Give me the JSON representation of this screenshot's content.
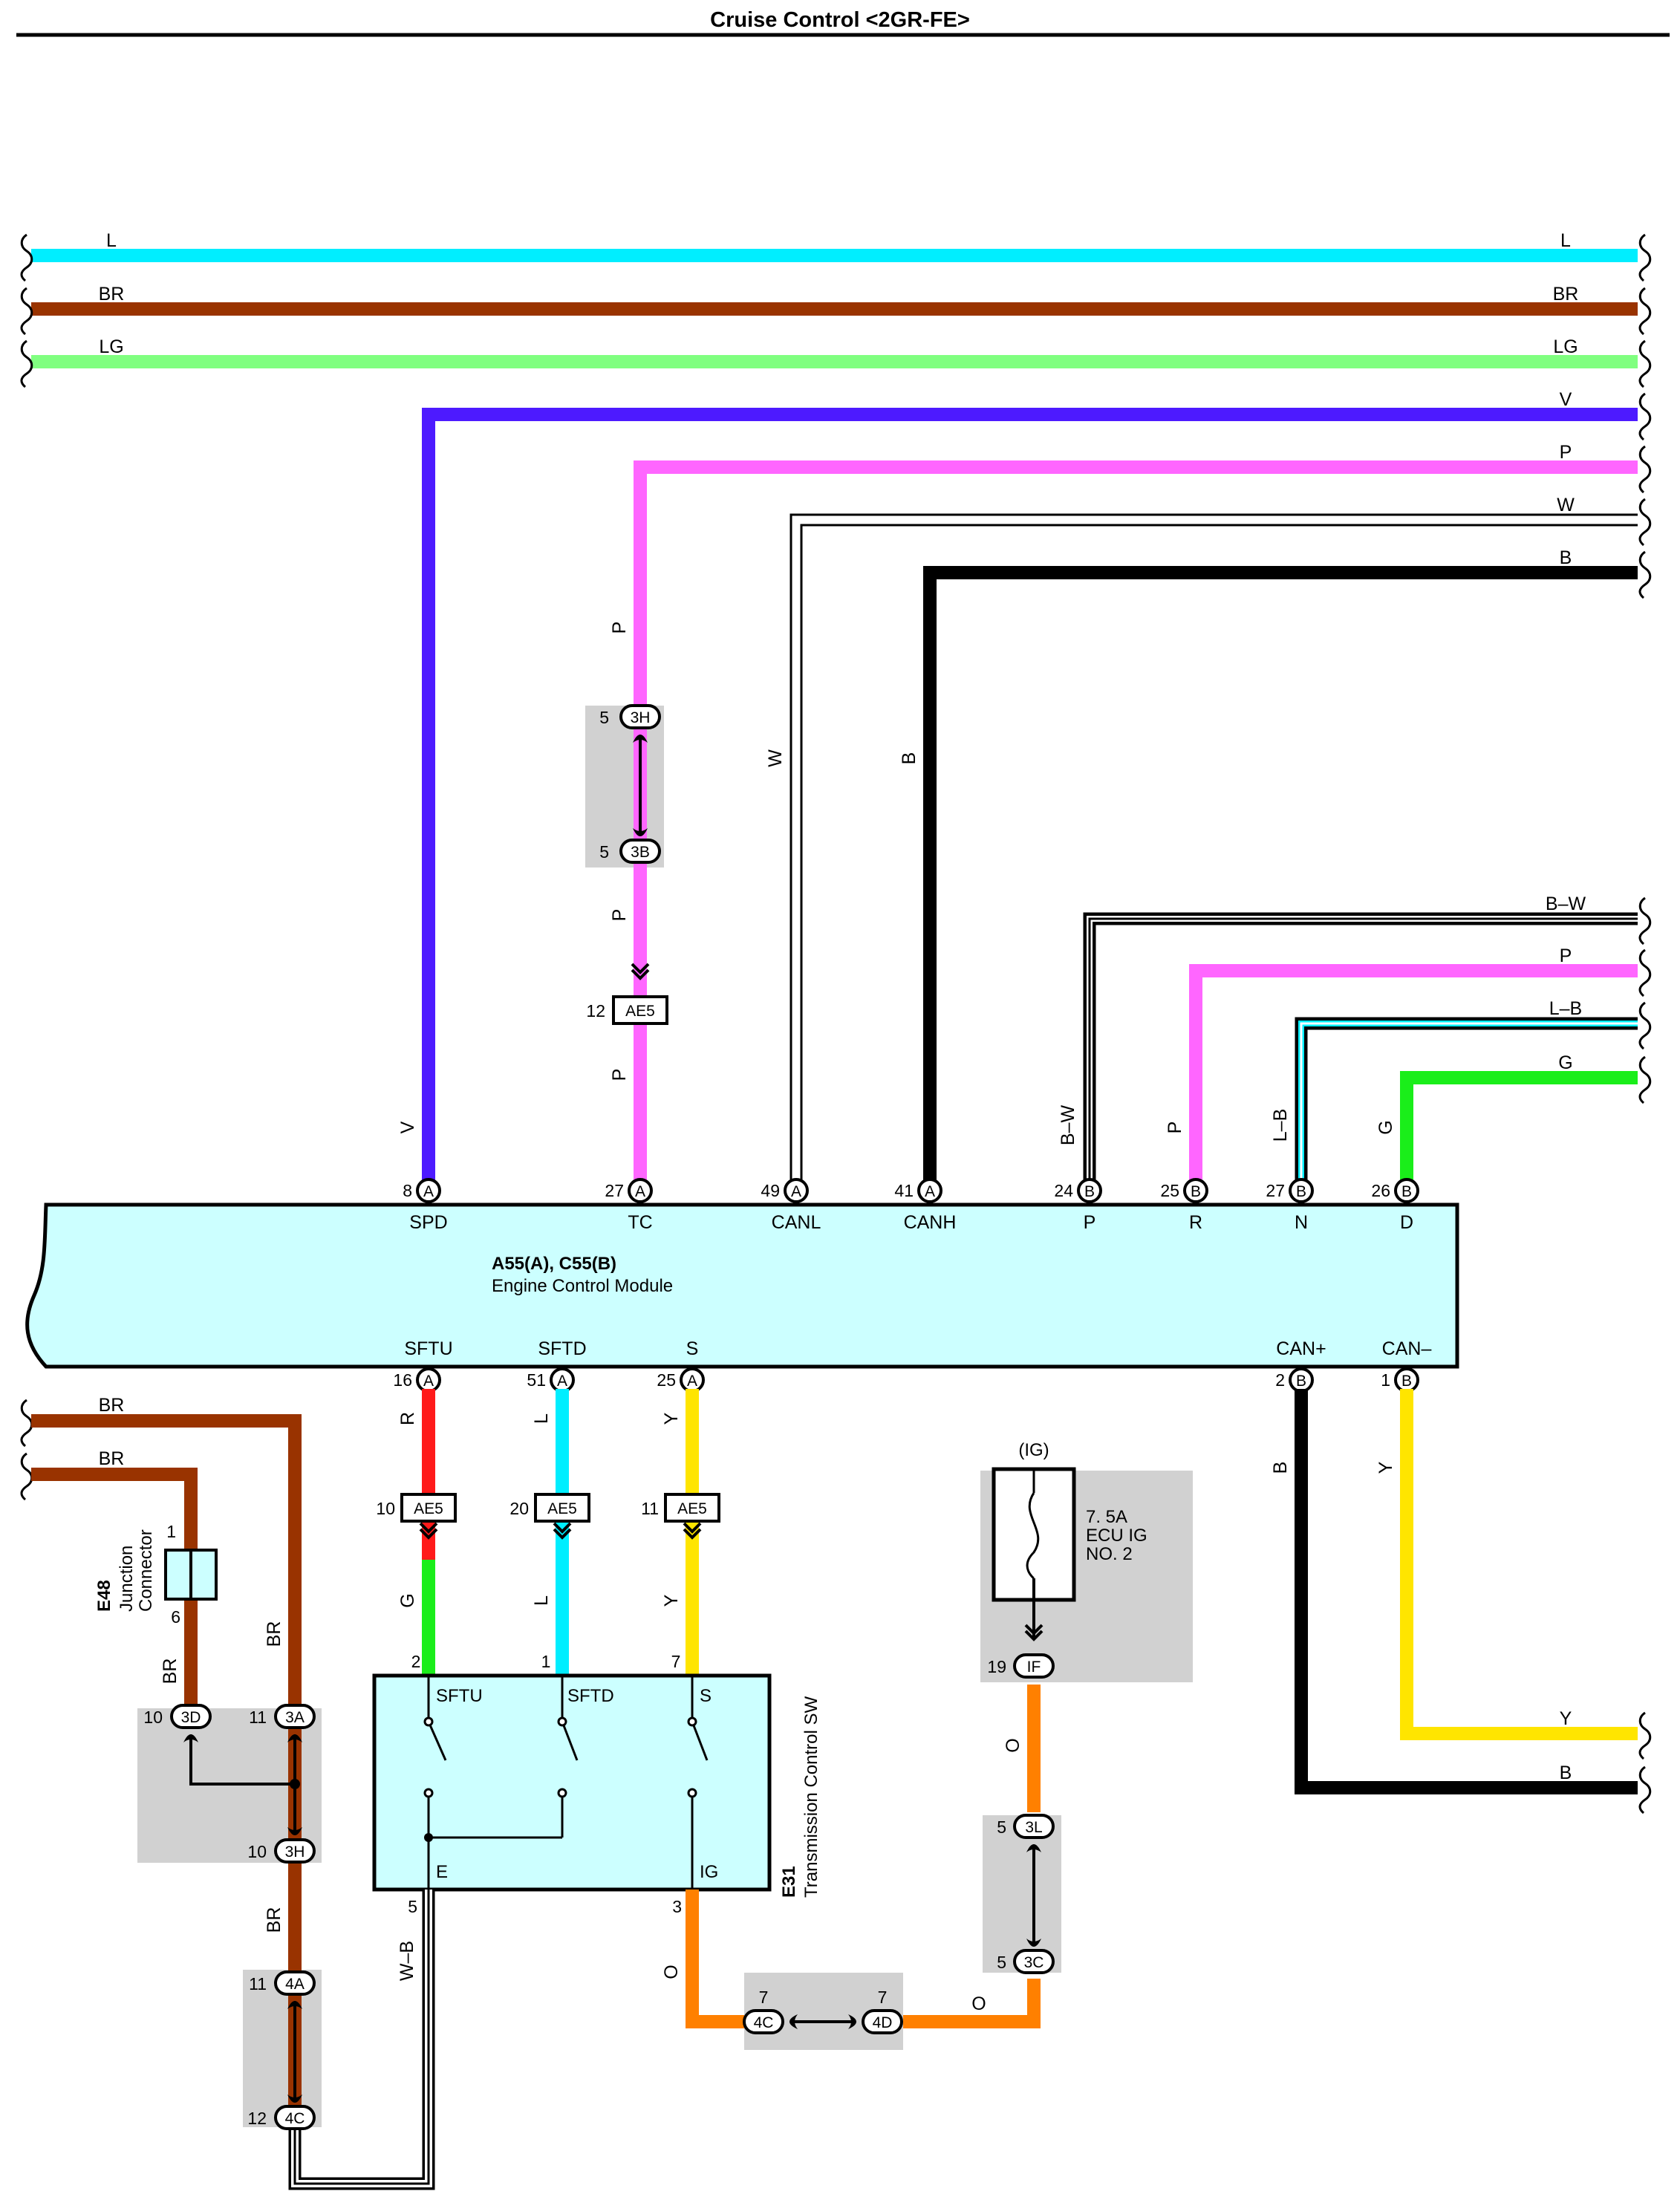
{
  "title": "Cruise Control <2GR-FE>",
  "wire_colors": {
    "L": "#00eeff",
    "BR": "#993300",
    "LG": "#80ff80",
    "V": "#4d1aff",
    "P": "#ff66ff",
    "W": "#ffffff",
    "B": "#000000",
    "R": "#ff1a1a",
    "Y": "#ffe500",
    "G": "#1aee1a",
    "O": "#ff8000",
    "L-B": "#00eeff",
    "B-W": "#000000",
    "W-B": "#ffffff"
  },
  "fills": {
    "module": "#ccffff",
    "connector_zone": "#d1d1d1"
  },
  "top_wires": {
    "L": "L",
    "BR": "BR",
    "LG": "LG",
    "V": "V",
    "P": "P",
    "W": "W",
    "B": "B",
    "BW": "B–W",
    "P2": "P",
    "LB": "L–B",
    "G": "G",
    "Y": "Y",
    "B2": "B"
  },
  "left_wires": {
    "br1": "BR",
    "br2": "BR"
  },
  "ecm": {
    "id": "A55(A), C55(B)",
    "name": "Engine Control Module",
    "top_pins": [
      {
        "no": "8",
        "conn": "A",
        "sig": "SPD",
        "wire": "V"
      },
      {
        "no": "27",
        "conn": "A",
        "sig": "TC",
        "wire": "P"
      },
      {
        "no": "49",
        "conn": "A",
        "sig": "CANL",
        "wire": "W"
      },
      {
        "no": "41",
        "conn": "A",
        "sig": "CANH",
        "wire": "B"
      },
      {
        "no": "24",
        "conn": "B",
        "sig": "P",
        "wire": "B–W"
      },
      {
        "no": "25",
        "conn": "B",
        "sig": "R",
        "wire": "P"
      },
      {
        "no": "27",
        "conn": "B",
        "sig": "N",
        "wire": "L–B"
      },
      {
        "no": "26",
        "conn": "B",
        "sig": "D",
        "wire": "G"
      }
    ],
    "bottom_pins": [
      {
        "no": "16",
        "conn": "A",
        "sig": "SFTU",
        "wire": "R"
      },
      {
        "no": "51",
        "conn": "A",
        "sig": "SFTD",
        "wire": "L"
      },
      {
        "no": "25",
        "conn": "A",
        "sig": "S",
        "wire": "Y"
      },
      {
        "no": "2",
        "conn": "B",
        "sig": "CAN+",
        "wire": "B"
      },
      {
        "no": "1",
        "conn": "B",
        "sig": "CAN–",
        "wire": "Y"
      }
    ]
  },
  "tc_path": {
    "wire_top": "P",
    "wire_mid": "P",
    "wire_low": "P",
    "c1": {
      "no": "5",
      "id": "3H"
    },
    "c2": {
      "no": "5",
      "id": "3B"
    },
    "ae5": {
      "no": "12",
      "id": "AE5"
    }
  },
  "ae5_row": [
    {
      "no": "10",
      "id": "AE5",
      "up": "R",
      "down": "G"
    },
    {
      "no": "20",
      "id": "AE5",
      "up": "L",
      "down": "L"
    },
    {
      "no": "11",
      "id": "AE5",
      "up": "Y",
      "down": "Y"
    }
  ],
  "junction": {
    "code": "E48",
    "name1": "Junction",
    "name2": "Connector",
    "pin_top": "1",
    "pin_bot": "6"
  },
  "left_conns": {
    "c3d": {
      "no": "10",
      "id": "3D"
    },
    "c3a": {
      "no": "11",
      "id": "3A"
    },
    "c3h": {
      "no": "10",
      "id": "3H"
    },
    "c4a": {
      "no": "11",
      "id": "4A"
    },
    "c4c": {
      "no": "12",
      "id": "4C"
    },
    "w_br_a": "BR",
    "w_br_b": "BR",
    "w_br_c": "BR",
    "w_wb": "W–B"
  },
  "tcsw": {
    "code": "E31",
    "name": "Transmission Control SW",
    "pins_top": [
      {
        "no": "2",
        "sig": "SFTU"
      },
      {
        "no": "1",
        "sig": "SFTD"
      },
      {
        "no": "7",
        "sig": "S"
      }
    ],
    "e": "E",
    "e_no": "5",
    "ig": "IG",
    "ig_no": "3"
  },
  "fuse": {
    "group": "(IG)",
    "rating": "7. 5A",
    "name1": "ECU IG",
    "name2": "NO. 2",
    "conn": {
      "no": "19",
      "id": "IF"
    }
  },
  "o_path": {
    "wire1": "O",
    "wire2": "O",
    "wire3": "O",
    "c3l": {
      "no": "5",
      "id": "3L"
    },
    "c3c": {
      "no": "5",
      "id": "3C"
    },
    "c4c": {
      "no": "7",
      "id": "4C"
    },
    "c4d": {
      "no": "7",
      "id": "4D"
    }
  },
  "can_wires": {
    "b": "B",
    "y": "Y"
  }
}
